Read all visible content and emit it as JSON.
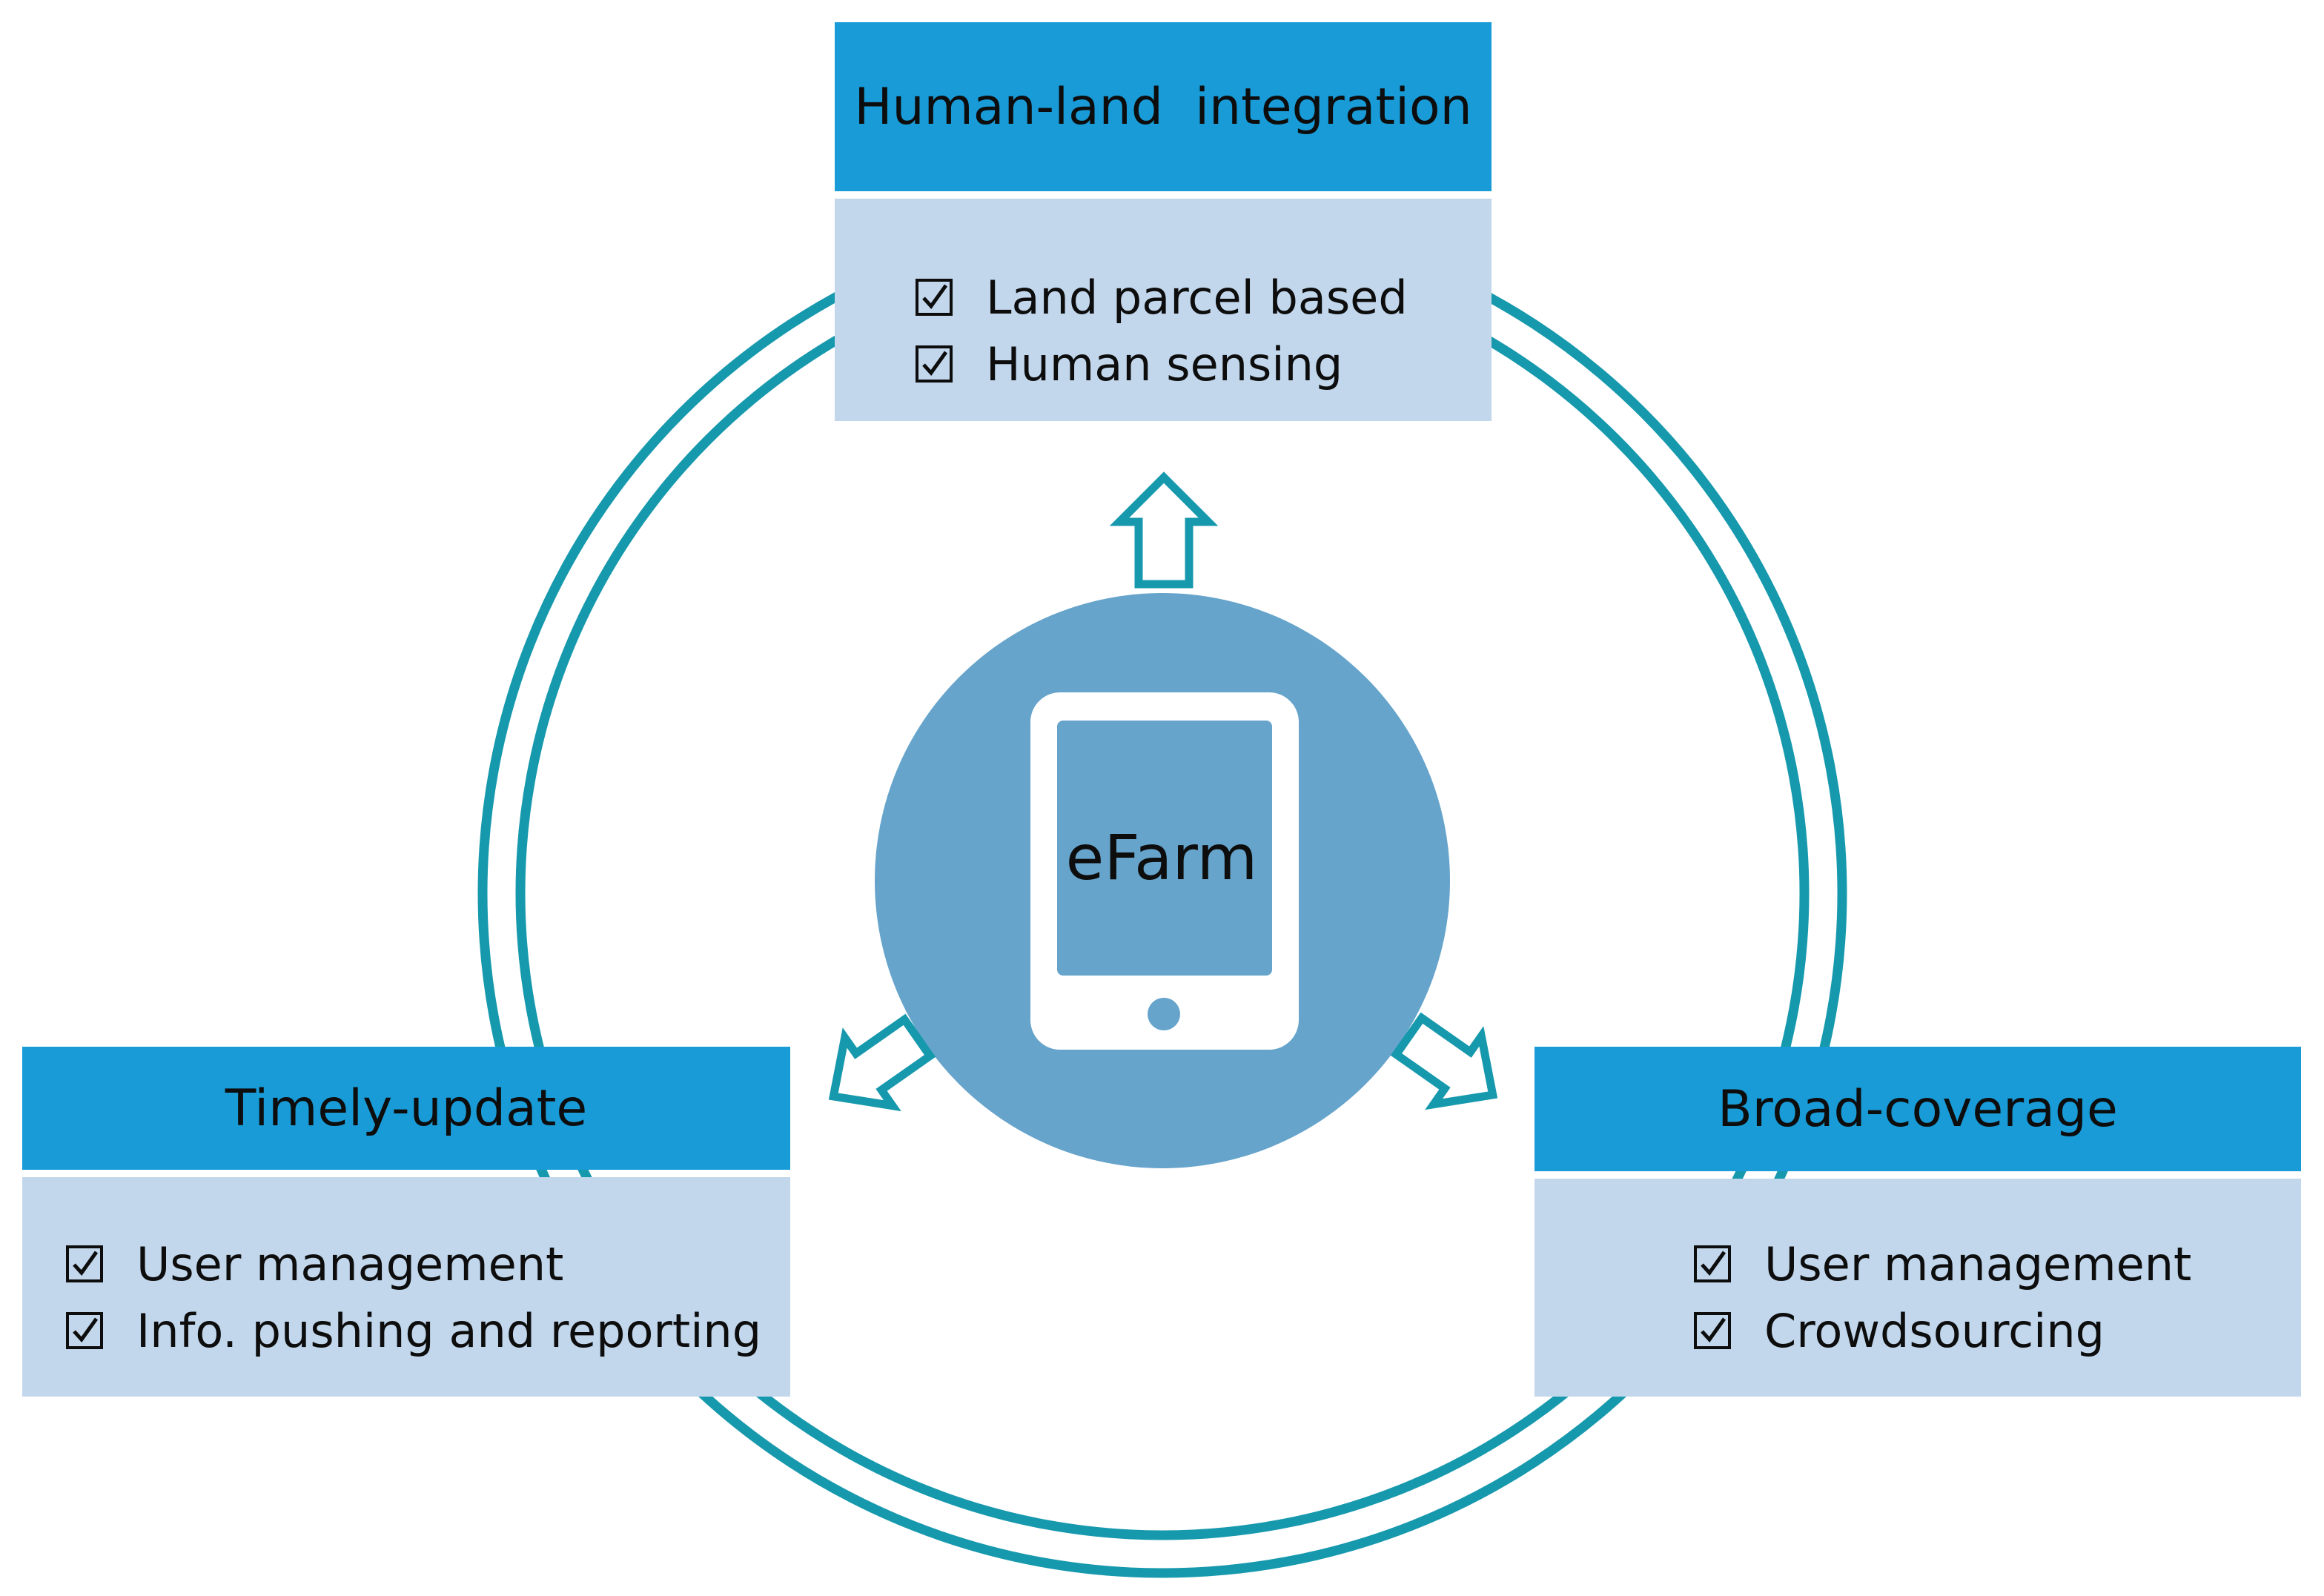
{
  "center": {
    "label": "eFarm",
    "icon": "tablet-icon"
  },
  "panels": [
    {
      "title": "Human-land  integration",
      "items": [
        "Land parcel based",
        "Human sensing"
      ]
    },
    {
      "title": "Timely-update",
      "items": [
        "User management",
        "Info. pushing and reporting"
      ]
    },
    {
      "title": "Broad-coverage",
      "items": [
        "User management",
        "Crowdsourcing"
      ]
    }
  ],
  "colors": {
    "ring": "#1799ad",
    "header": "#189bd7",
    "body": "#c2d7ec",
    "center_circle": "#66a4cb"
  }
}
